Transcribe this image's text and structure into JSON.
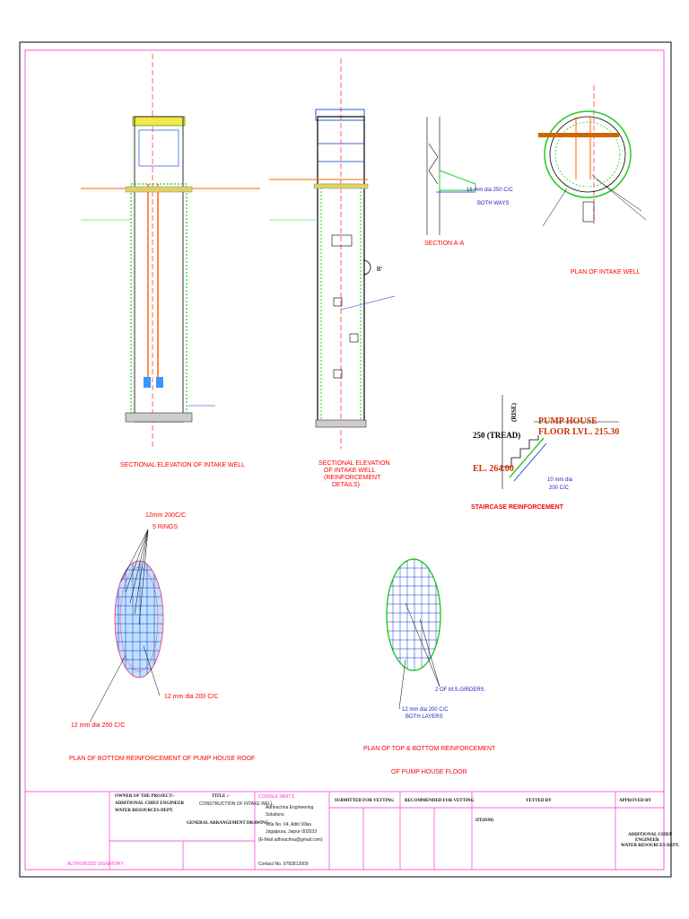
{
  "drawing": {
    "views": {
      "sectional_elevation": "SECTIONAL ELEVATION OF INTAKE WELL",
      "sectional_elevation_reinf": [
        "SECTIONAL ELEVATION",
        "OF INTAKE WELL",
        "(REINFORCEMENT",
        "DETAILS)"
      ],
      "section_aa": "SECTION A-A",
      "plan_intake": "PLAN OF INTAKE WELL",
      "staircase": "STAIRCASE REINFORCEMENT",
      "plan_bottom_roof": "PLAN OF BOTTOM REINFORCEMENT OF PUMP HOUSE ROOF",
      "plan_floor_1": "PLAN OF TOP & BOTTOM REINFORCEMENT",
      "plan_floor_2": "OF PUMP HOUSE FLOOR"
    },
    "notes": {
      "section_aa_bar": "16 mm dia 250 C/C",
      "section_aa_both": "BOTH WAYS",
      "stair_tread": "250 (TREAD)",
      "stair_rise": "(RISE)",
      "stair_pump_house_1": "PUMP HOUSE",
      "stair_pump_house_2": "FLOOR LVL. 215.30",
      "stair_el": "EL. 264.00",
      "stair_bar_1": "10 mm dia",
      "stair_bar_2": "200 C/C",
      "roof_bar_top": "12mm 200C/C",
      "roof_rings": "5 RINGS",
      "roof_bar_right": "12 mm dia 200 C/C",
      "roof_bar_left": "12 mm dia 200 C/C",
      "floor_girders": "2 OF M.S.GIRDERS",
      "floor_bar": "12 mm dia 200 C/C",
      "floor_both": "BOTH LAYERS",
      "mark_b": "B'"
    },
    "title_block": {
      "owner": [
        "OWNER OF THE PROJECT:-",
        "ADDITIONAL CHIEF ENGINEER",
        "WATER RESOURCES DEPT."
      ],
      "title_head": "TITLE :-",
      "title_sub": "CONSTRUCTION OF INTAKE WELL",
      "title_main": "GENERAL ARRANGEMENT DRAWING",
      "consultants_head": "CONSULTANTS",
      "consultants_lines": [
        "Adhirachna Engineering",
        "Solutions",
        "Villa No. 04, Aditi Villas",
        "Jagatpura, Jaipur-302033",
        "(E-Mail adhirachna@gmail.com)"
      ],
      "contact": "Contact No. 9782812009",
      "submitted": "SUBMITTED FOR VETTING",
      "recommended": "RECOMMENDED FOR VETTING",
      "vetted": "VETTED BY",
      "approved": "APPROVED BY",
      "vetted_sub": "IIT(ISM)",
      "approved_sub": [
        "ADDITIONAL CHIEF",
        "ENGINEER",
        "WATER RESOURCES DEPT."
      ],
      "authorized": "AUTHORIZED SIGNATORY"
    }
  }
}
